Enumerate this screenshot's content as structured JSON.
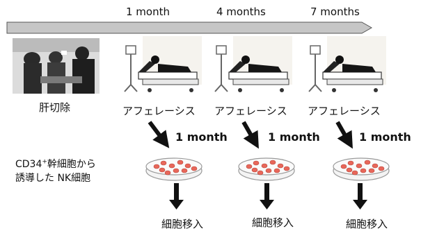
{
  "timeline": {
    "labels": [
      "1 month",
      "4 months",
      "7 months"
    ]
  },
  "surgery": {
    "label": "肝切除"
  },
  "apheresis": {
    "labels": [
      "アフェレーシス",
      "アフェレーシス",
      "アフェレーシス"
    ]
  },
  "culture": {
    "durations": [
      "1 month",
      "1 month",
      "1 month"
    ],
    "description_line1": "CD34",
    "description_sup": "+",
    "description_line1_rest": "幹細胞から",
    "description_line2": "誘導した NK細胞"
  },
  "transplant": {
    "labels": [
      "細胞移入",
      "細胞移入",
      "細胞移入"
    ]
  },
  "colors": {
    "timeline_bar": "#c6c6c6",
    "cell": "#e8675a",
    "dish": "#9a9a9a"
  }
}
